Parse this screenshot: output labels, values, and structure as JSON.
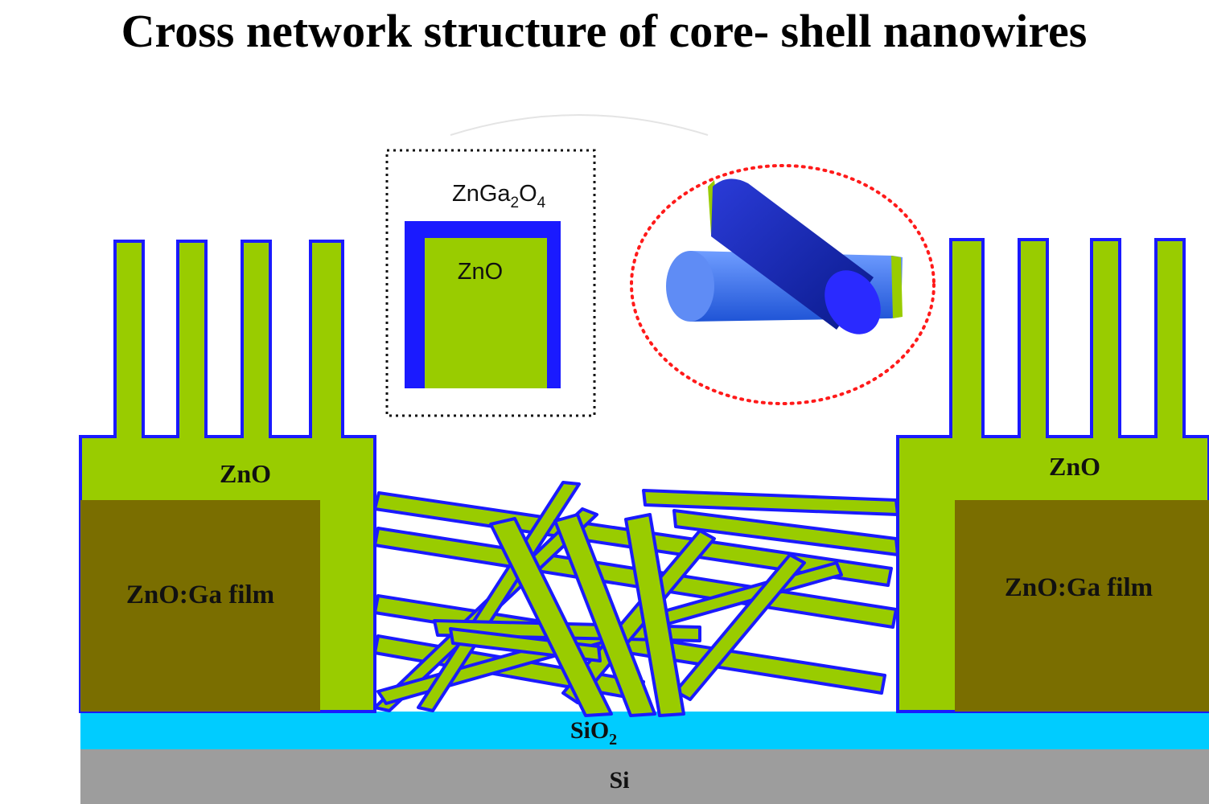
{
  "title": "Cross network structure of core- shell nanowires",
  "labels": {
    "zno_left": "ZnO",
    "zno_right": "ZnO",
    "film_left": "ZnO:Ga film",
    "film_right": "ZnO:Ga film",
    "sio2_main": "SiO",
    "sio2_sub": "2",
    "si": "Si"
  },
  "inset": {
    "shell_main": "ZnGa",
    "shell_sub1": "2",
    "shell_mid": "O",
    "shell_sub2": "4",
    "core": "ZnO"
  },
  "colors": {
    "zno_green": "#99cc00",
    "film_olive": "#7a6e00",
    "shell_blue": "#1a1aff",
    "sio2_cyan": "#00ccff",
    "si_gray": "#9d9d9d",
    "highlight_red": "#ff1a1a",
    "text_black": "#111111"
  }
}
